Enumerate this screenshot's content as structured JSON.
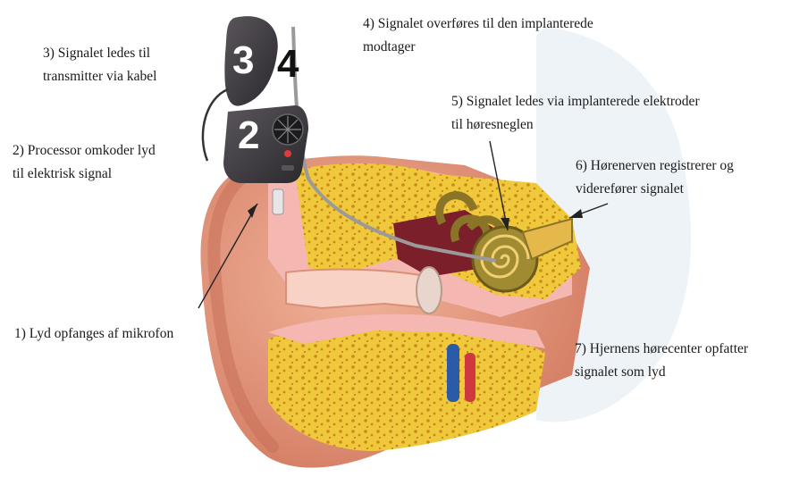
{
  "labels": [
    {
      "id": "step1",
      "lines": [
        "1)  Lyd opfanges af mikrofon"
      ]
    },
    {
      "id": "step2",
      "lines": [
        "2) Processor omkoder lyd",
        "til elektrisk signal"
      ]
    },
    {
      "id": "step3",
      "lines": [
        "3)  Signalet ledes til",
        "transmitter via kabel"
      ]
    },
    {
      "id": "step4",
      "lines": [
        "4)  Signalet overføres til den implanterede",
        "modtager"
      ]
    },
    {
      "id": "step5",
      "lines": [
        "5) Signalet ledes via implanterede elektroder",
        "til høresneglen"
      ]
    },
    {
      "id": "step6",
      "lines": [
        "6)  Hørenerven registrerer og",
        "viderefører signalet"
      ]
    },
    {
      "id": "step7",
      "lines": [
        "7) Hjernens hørecenter opfatter",
        "signalet som lyd"
      ]
    }
  ],
  "device_numbers": {
    "n2": "2",
    "n3": "3",
    "n4": "4"
  },
  "colors": {
    "skin": "#e8a084",
    "skin_dark": "#c9705a",
    "bone": "#f0c83c",
    "bone_spots": "#c98a1a",
    "tissue_pink": "#f4b7b2",
    "device": "#3d3a3f",
    "cochlea": "#8a7428",
    "nerve": "#e4b84a",
    "vein": "#2a5aa8",
    "artery": "#d03840",
    "background": "#ffffff"
  }
}
